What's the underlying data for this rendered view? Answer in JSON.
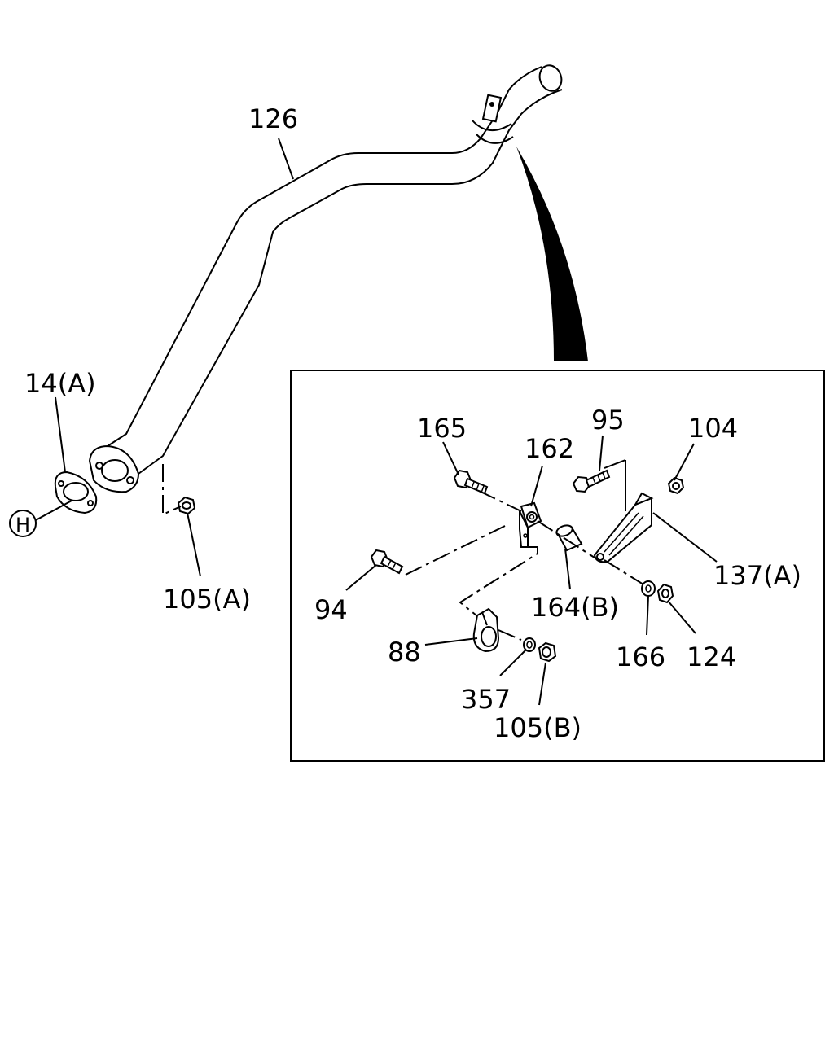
{
  "callouts": {
    "p126": "126",
    "p14a": "14(A)",
    "h": "H",
    "p105a": "105(A)",
    "p165": "165",
    "p162": "162",
    "p95": "95",
    "p104": "104",
    "p137a": "137(A)",
    "p94": "94",
    "p164b": "164(B)",
    "p88": "88",
    "p166": "166",
    "p124": "124",
    "p357": "357",
    "p105b": "105(B)"
  },
  "colors": {
    "ink": "#000000",
    "paper": "#ffffff"
  }
}
